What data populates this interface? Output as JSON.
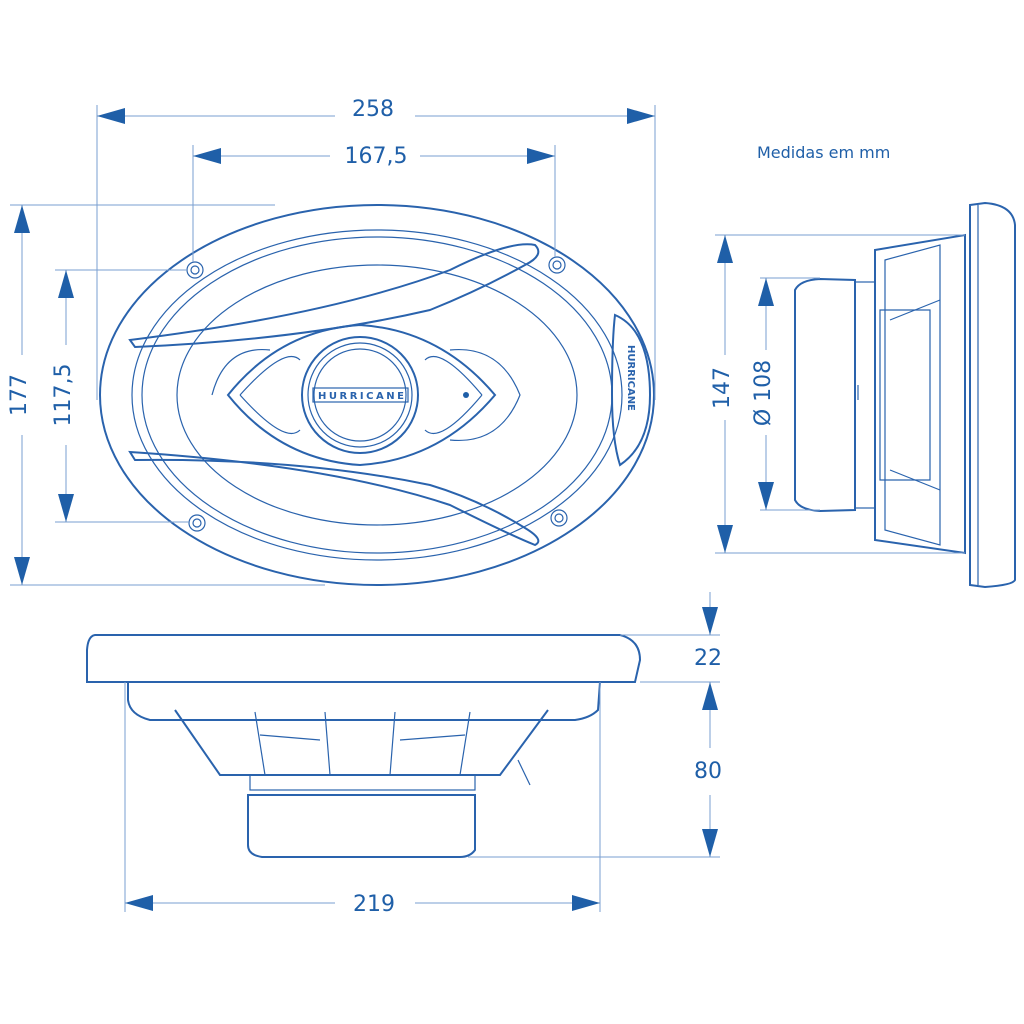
{
  "units_note": "Medidas em mm",
  "brand": "HURRICANE",
  "dimensions": {
    "overall_width": "258",
    "hole_spacing_width": "167,5",
    "overall_height": "177",
    "hole_spacing_height": "117,5",
    "side_height": "147",
    "magnet_diameter": "Ø 108",
    "flange_depth": "22",
    "mount_depth": "80",
    "basket_width": "219"
  },
  "colors": {
    "line": "#2a63ad",
    "text": "#1f5fa8"
  }
}
